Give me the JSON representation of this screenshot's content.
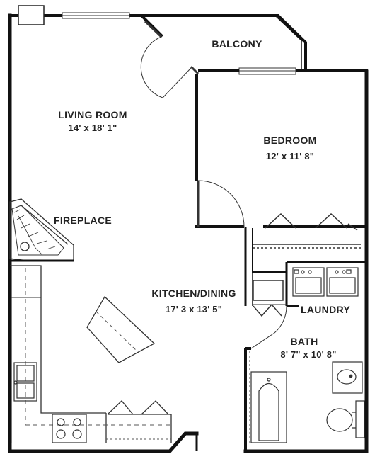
{
  "rooms": {
    "living_room": {
      "name": "LIVING ROOM",
      "dims": "14' x 18' 1\""
    },
    "balcony": {
      "name": "BALCONY"
    },
    "bedroom": {
      "name": "BEDROOM",
      "dims": "12' x 11' 8\""
    },
    "fireplace": {
      "name": "FIREPLACE"
    },
    "kitchen_dining": {
      "name": "KITCHEN/DINING",
      "dims": "17' 3 x 13' 5\""
    },
    "laundry": {
      "name": "LAUNDRY"
    },
    "bath": {
      "name": "BATH",
      "dims": "8' 7\" x 10' 8\""
    }
  },
  "colors": {
    "wall": "#111111",
    "line": "#333333",
    "dash": "#555555",
    "fill": "#ffffff"
  },
  "icons": [
    "washer-icon",
    "dryer-icon",
    "stove-icon",
    "sink-icon",
    "bathtub-icon",
    "toilet-icon",
    "fireplace-icon"
  ]
}
